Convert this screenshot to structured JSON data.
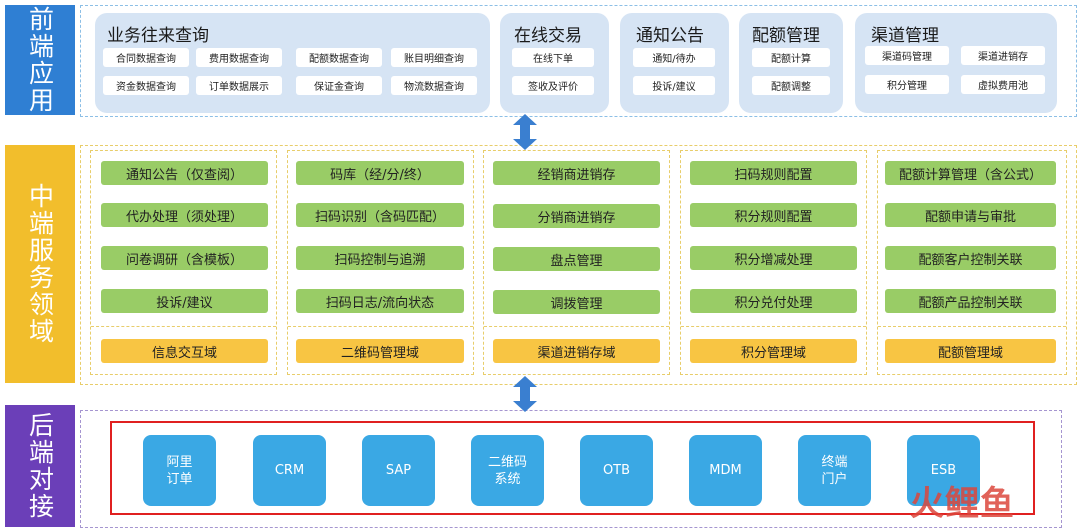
{
  "layers": {
    "front": "前端应用",
    "middle": "中端服务领域",
    "back": "后端对接"
  },
  "front_panels": [
    {
      "title": "业务往来查询",
      "items": [
        "合同数据查询",
        "费用数据查询",
        "配额数据查询",
        "账目明细查询",
        "资金数据查询",
        "订单数据展示",
        "保证金查询",
        "物流数据查询"
      ]
    },
    {
      "title": "在线交易",
      "items": [
        "在线下单",
        "签收及评价"
      ]
    },
    {
      "title": "通知公告",
      "items": [
        "通知/待办",
        "投诉/建议"
      ]
    },
    {
      "title": "配额管理",
      "items": [
        "配额计算",
        "配额调整"
      ]
    },
    {
      "title": "渠道管理",
      "items": [
        "渠道码管理",
        "渠道进销存",
        "积分管理",
        "虚拟费用池"
      ]
    }
  ],
  "middle_columns": [
    {
      "items": [
        "通知公告（仅查阅）",
        "代办处理（须处理）",
        "问卷调研（含模板）",
        "投诉/建议"
      ],
      "domain": "信息交互域"
    },
    {
      "items": [
        "码库（经/分/终）",
        "扫码识别（含码匹配）",
        "扫码控制与追溯",
        "扫码日志/流向状态"
      ],
      "domain": "二维码管理域"
    },
    {
      "items": [
        "经销商进销存",
        "分销商进销存",
        "盘点管理",
        "调拨管理"
      ],
      "domain": "渠道进销存域"
    },
    {
      "items": [
        "扫码规则配置",
        "积分规则配置",
        "积分增减处理",
        "积分兑付处理"
      ],
      "domain": "积分管理域"
    },
    {
      "items": [
        "配额计算管理（含公式）",
        "配额申请与审批",
        "配额客户控制关联",
        "配额产品控制关联"
      ],
      "domain": "配额管理域"
    }
  ],
  "back_systems": [
    "阿里\n订单",
    "CRM",
    "SAP",
    "二维码\n系统",
    "OTB",
    "MDM",
    "终端\n门户",
    "ESB"
  ],
  "watermark": "火鲤鱼",
  "colors": {
    "front_label": "#2f7fd3",
    "middle_label": "#f2be2c",
    "back_label": "#6b3fb8",
    "front_panel": "#d6e4f4",
    "middle_item": "#99cc66",
    "middle_domain": "#f8c543",
    "system_box": "#3aa8e4",
    "arrow": "#3a7fd0",
    "highlight_border": "#e02020"
  }
}
